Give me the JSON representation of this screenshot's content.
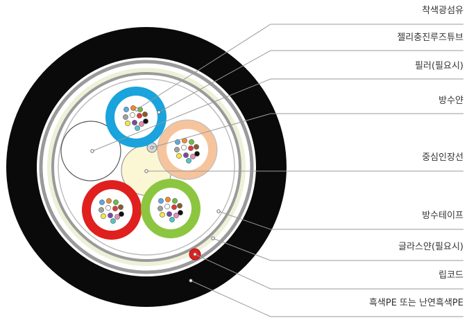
{
  "labels": [
    "착색광섬유",
    "젤리충진루즈튜브",
    "필러(필요시)",
    "방수얀",
    "중심인장선",
    "방수테이프",
    "글라스얀(필요시)",
    "립코드",
    "흑색PE 또는 난연흑색PE"
  ],
  "colors": {
    "jacket": "#0a0a0a",
    "tube_blue": "#1aa3dc",
    "tube_orange": "#f6c49c",
    "tube_red": "#e0201e",
    "tube_green": "#8cc640",
    "filler": "#ffffff",
    "center_member": "#fbf6d4",
    "tape": "#e6e8c8",
    "glass_yarn": "#9a9a9a",
    "ripcord": "#e0201e",
    "leader": "#999999"
  },
  "fiber_colors": [
    "#5ea9dd",
    "#f08a2c",
    "#6cbd45",
    "#8a5a2b",
    "#a0a0a0",
    "#ffffff",
    "#e03a35",
    "#111111",
    "#f3e840",
    "#7b4aa0",
    "#e58ab8",
    "#4fc7c7"
  ]
}
